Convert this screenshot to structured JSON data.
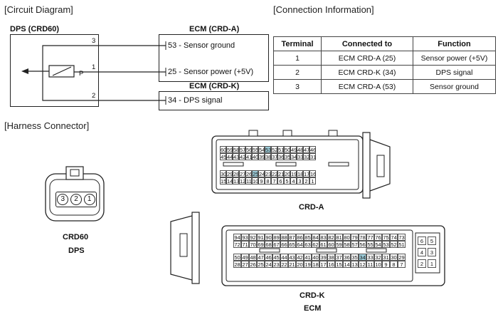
{
  "titles": {
    "circuit": "[Circuit Diagram]",
    "connection": "[Connection Information]",
    "harness": "[Harness Connector]"
  },
  "circuit": {
    "dps_box_label": "DPS (CRD60)",
    "ecm_a_label": "ECM (CRD-A)",
    "ecm_k_label": "ECM (CRD-K)",
    "pin3": "3",
    "pin1": "1",
    "pin2": "2",
    "sensor_pin": "P",
    "line1": "53 - Sensor ground",
    "line2": "25 - Sensor power (+5V)",
    "line3": "34 - DPS signal"
  },
  "table": {
    "headers": [
      "Terminal",
      "Connected to",
      "Function"
    ],
    "rows": [
      [
        "1",
        "ECM CRD-A (25)",
        "Sensor power (+5V)"
      ],
      [
        "2",
        "ECM CRD-K (34)",
        "DPS signal"
      ],
      [
        "3",
        "ECM CRD-A (53)",
        "Sensor ground"
      ]
    ]
  },
  "harness": {
    "crd60_name": "CRD60",
    "crd60_sub": "DPS",
    "crd60_pins": [
      "3",
      "2",
      "1"
    ],
    "crd_a_name": "CRD-A",
    "crd_k_name": "CRD-K",
    "crd_k_sub": "ECM",
    "crd_a_rows": [
      [
        "60",
        "59",
        "58",
        "57",
        "56",
        "55",
        "54",
        "53",
        "52",
        "51",
        "50",
        "49",
        "48",
        "47",
        "46"
      ],
      [
        "45",
        "44",
        "43",
        "42",
        "41",
        "40",
        "39",
        "38",
        "37",
        "36",
        "35",
        "34",
        "33",
        "32",
        "31"
      ],
      [
        "30",
        "29",
        "28",
        "27",
        "26",
        "25",
        "24",
        "23",
        "22",
        "21",
        "20",
        "19",
        "18",
        "17",
        "16"
      ],
      [
        "15",
        "14",
        "13",
        "12",
        "11",
        "10",
        "9",
        "8",
        "7",
        "6",
        "5",
        "4",
        "3",
        "2",
        "1"
      ]
    ],
    "crd_a_highlight": [
      "53",
      "25"
    ],
    "crd_k_rows": [
      [
        "94",
        "93",
        "92",
        "91",
        "90",
        "89",
        "88",
        "87",
        "86",
        "85",
        "84",
        "83",
        "82",
        "81",
        "80",
        "79",
        "78",
        "77",
        "76",
        "75",
        "74",
        "73"
      ],
      [
        "72",
        "71",
        "70",
        "69",
        "68",
        "67",
        "66",
        "65",
        "64",
        "63",
        "62",
        "61",
        "60",
        "59",
        "58",
        "57",
        "56",
        "55",
        "54",
        "53",
        "52",
        "51"
      ],
      [
        "50",
        "49",
        "48",
        "47",
        "46",
        "45",
        "44",
        "43",
        "42",
        "41",
        "40",
        "39",
        "38",
        "37",
        "36",
        "35",
        "34",
        "33",
        "32",
        "31",
        "30",
        "29"
      ],
      [
        "28",
        "27",
        "26",
        "25",
        "24",
        "23",
        "22",
        "21",
        "20",
        "19",
        "18",
        "17",
        "16",
        "15",
        "14",
        "13",
        "12",
        "11",
        "10",
        "9",
        "8",
        "7"
      ]
    ],
    "crd_k_side": [
      [
        "6",
        "5"
      ],
      [
        "4",
        "3"
      ],
      [
        "2",
        "1"
      ]
    ],
    "crd_k_highlight": [
      "34"
    ]
  }
}
